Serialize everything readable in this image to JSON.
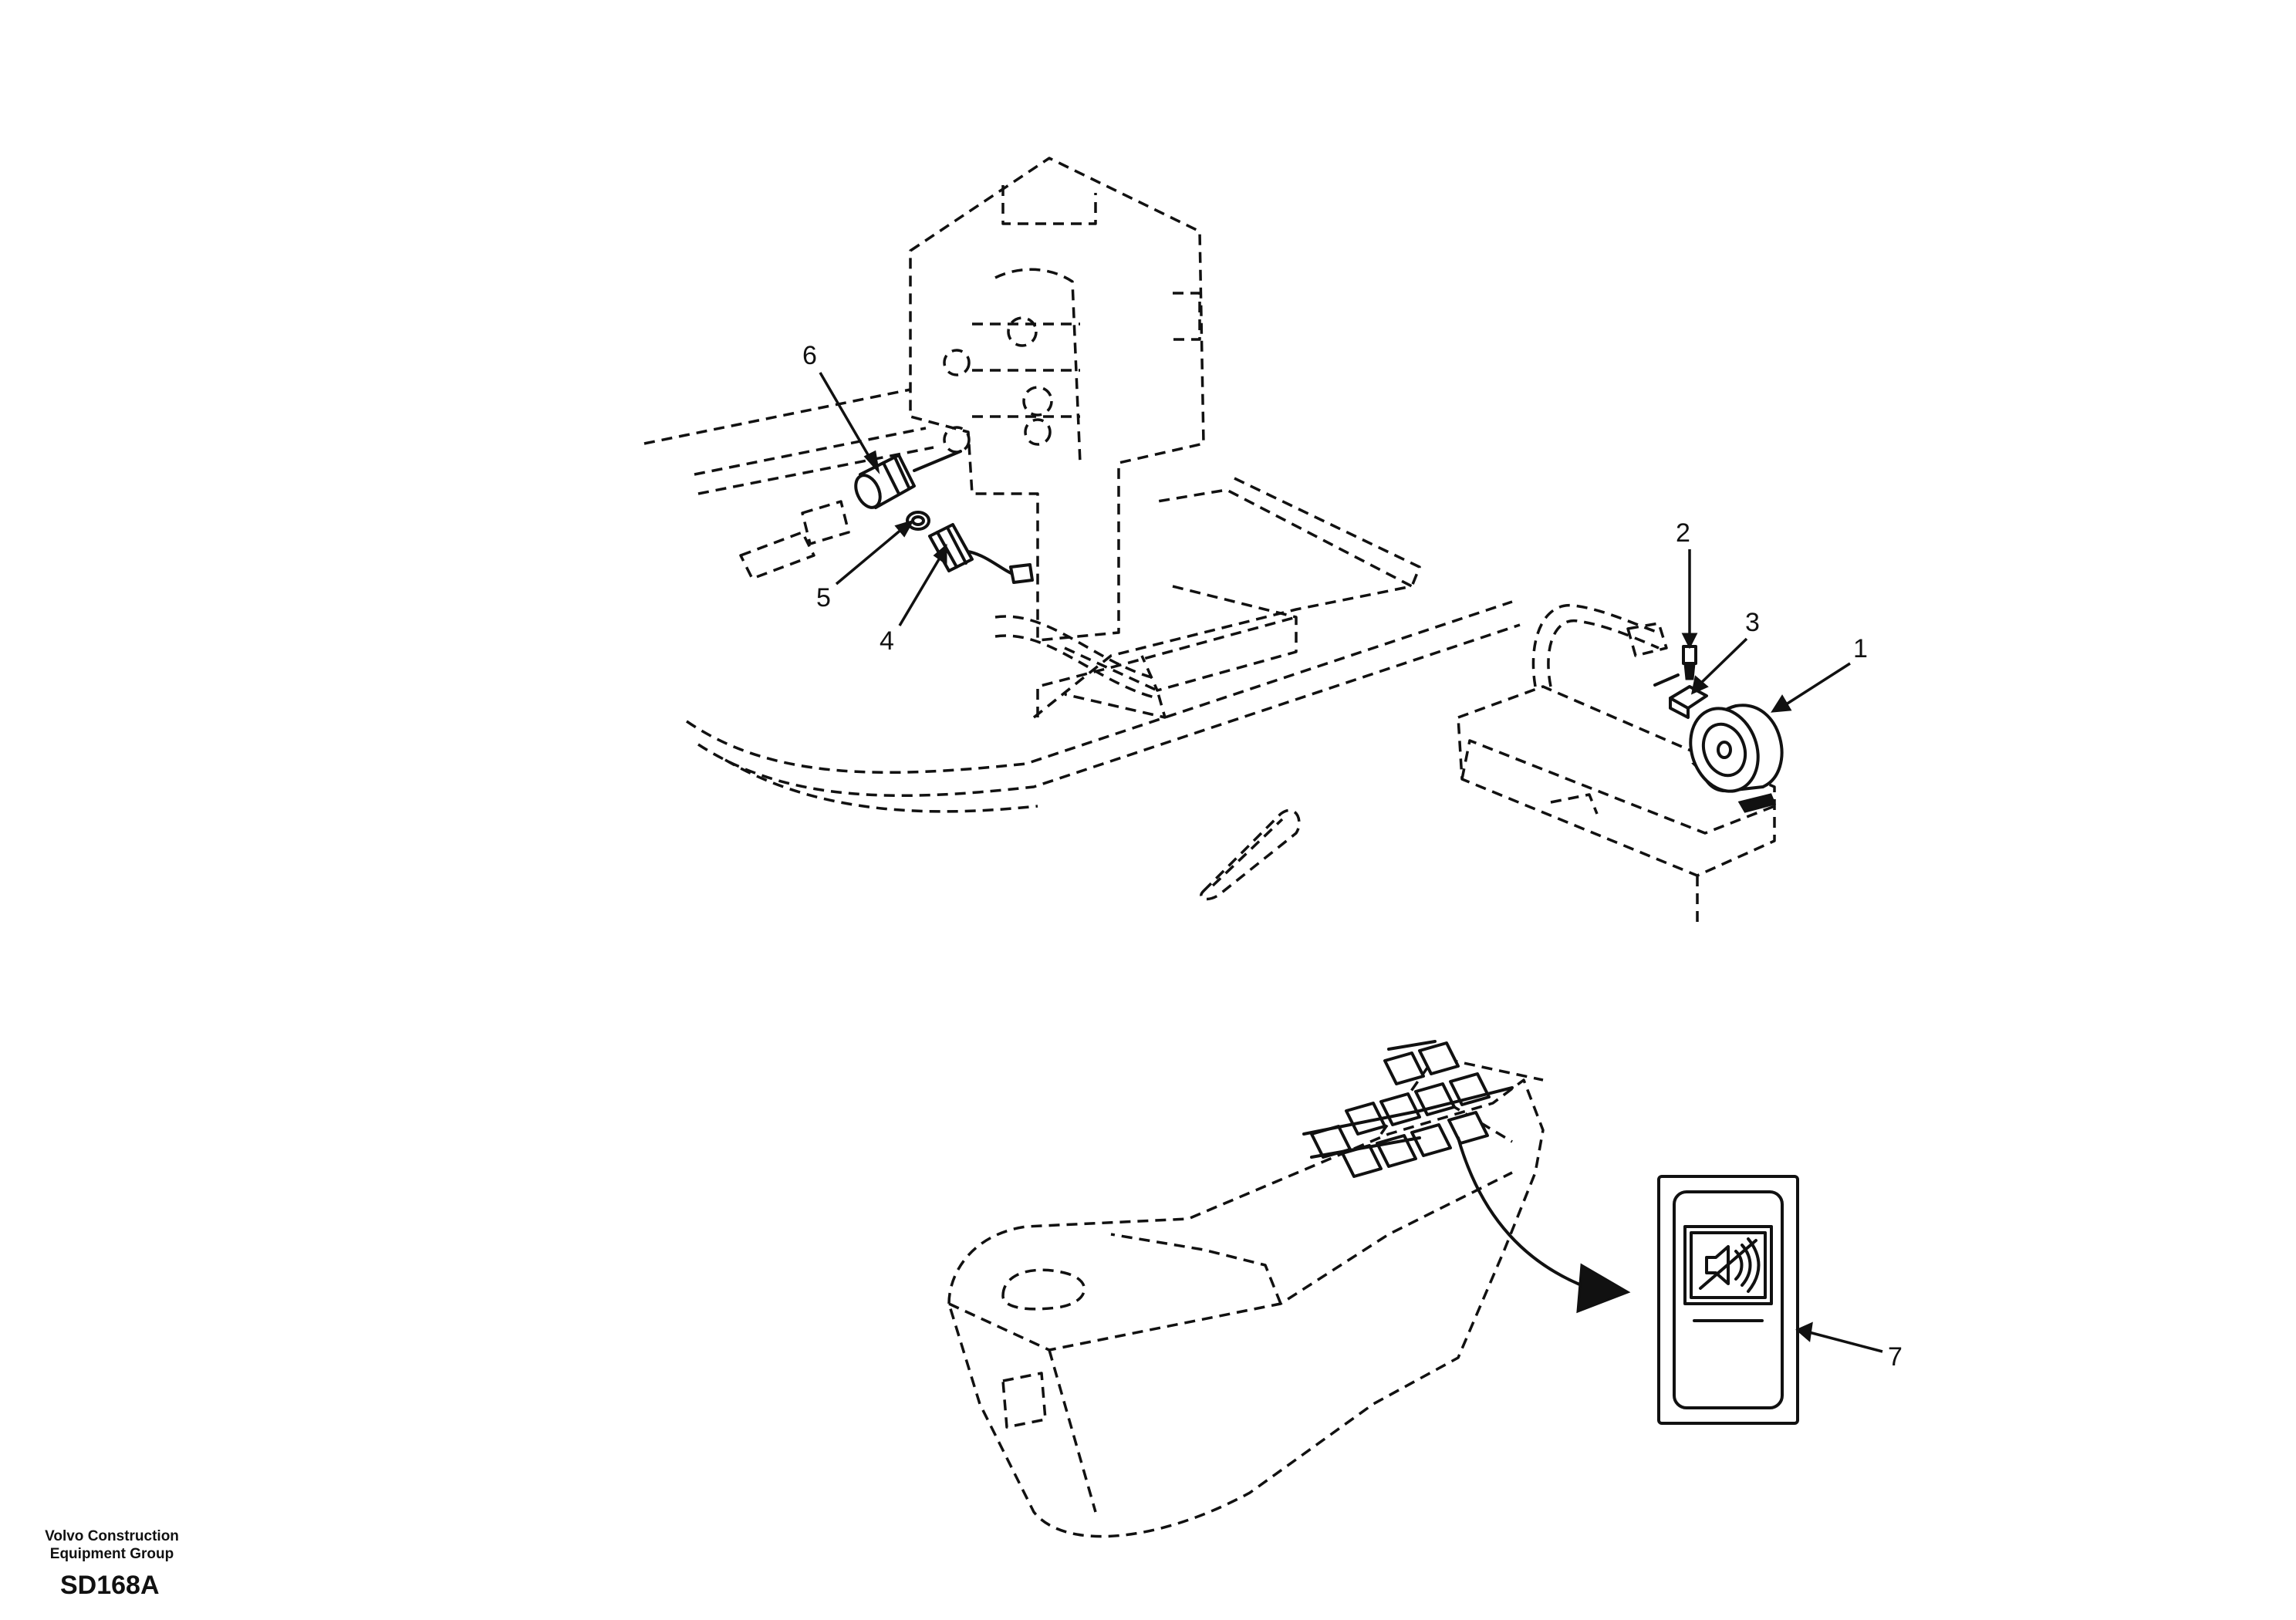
{
  "diagram": {
    "callouts": [
      "1",
      "2",
      "3",
      "4",
      "5",
      "6",
      "7"
    ],
    "credit": {
      "line1": "Volvo Construction",
      "line2": "Equipment Group"
    },
    "drawing_code": "SD168A",
    "icons": {
      "switch_symbol": "speaker-mute-icon",
      "arrow": "curved-arrow-icon"
    }
  }
}
